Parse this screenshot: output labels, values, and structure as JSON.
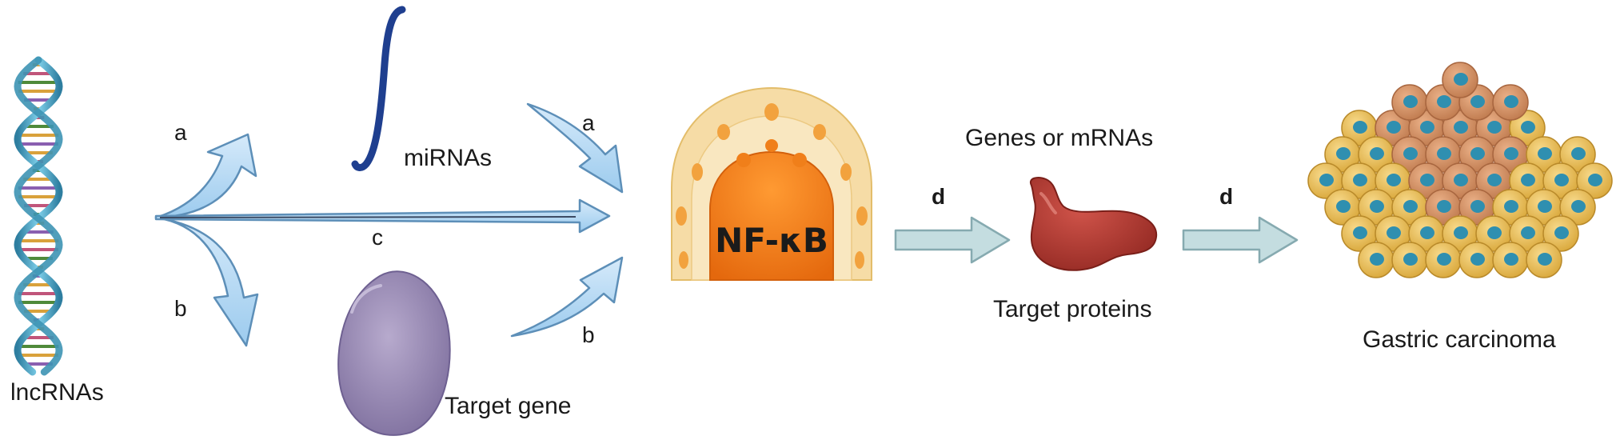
{
  "labels": {
    "lncrnas": "lncRNAs",
    "mirnas": "miRNAs",
    "target_gene": "Target gene",
    "nfkb": "NF-κB",
    "genes_or_mrnas": "Genes or mRNAs",
    "target_proteins": "Target proteins",
    "gastric_carcinoma": "Gastric carcinoma"
  },
  "pathway_letters": {
    "a_left": "a",
    "b_left": "b",
    "c_middle": "c",
    "a_right": "a",
    "b_right": "b",
    "d_first": "d",
    "d_second": "d"
  },
  "colors": {
    "helix_strand": "#4aa3c0",
    "helix_rungs": "#d9a13b",
    "arrow_fill": "#b9d9f2",
    "arrow_stroke": "#5d8fb8",
    "d_arrow_fill": "#c4dde0",
    "d_arrow_stroke": "#86aab0",
    "mirna": "#1f3f8f",
    "target_gene": "#9a8cb4",
    "nfkb_outer": "#f6dca6",
    "nfkb_inner": "#f07f1a",
    "protein": "#a8322a",
    "cell_outer": "#f0c45a",
    "cell_nucleus": "#2f8fb0",
    "cell_pink": "#d9956a"
  }
}
